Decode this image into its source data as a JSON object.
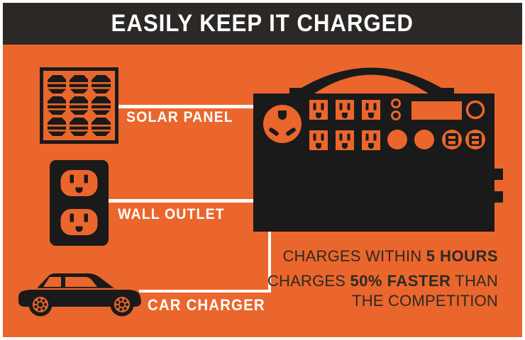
{
  "banner": {
    "title": "EASILY KEEP IT CHARGED"
  },
  "sources": [
    {
      "id": "solar-panel",
      "label": "SOLAR PANEL",
      "icon": "solar-panel-icon"
    },
    {
      "id": "wall-outlet",
      "label": "WALL OUTLET",
      "icon": "wall-outlet-icon"
    },
    {
      "id": "car-charger",
      "label": "CAR CHARGER",
      "icon": "car-icon"
    }
  ],
  "device": {
    "icon": "power-station-icon",
    "features": [
      "rv-outlet",
      "six-ac-outlets",
      "indicator-lights",
      "display",
      "power-button",
      "round-buttons",
      "usb-ports",
      "side-ports"
    ]
  },
  "claims": {
    "line1_prefix": "CHARGES WITHIN ",
    "line1_bold": "5 HOURS",
    "line2_prefix": "CHARGES ",
    "line2_bold": "50% FASTER",
    "line2_suffix": " THAN",
    "line3": "THE COMPETITION"
  },
  "diagram": {
    "connections": [
      {
        "from": "solar-panel",
        "to": "power-station"
      },
      {
        "from": "wall-outlet",
        "to": "power-station"
      },
      {
        "from": "car-charger",
        "to": "power-station"
      }
    ]
  },
  "colors": {
    "orange": "#eb662c",
    "banner_black": "#2b2826",
    "ink_black": "#1a1a1a",
    "text_dark": "#2b2a26",
    "white": "#ffffff"
  }
}
